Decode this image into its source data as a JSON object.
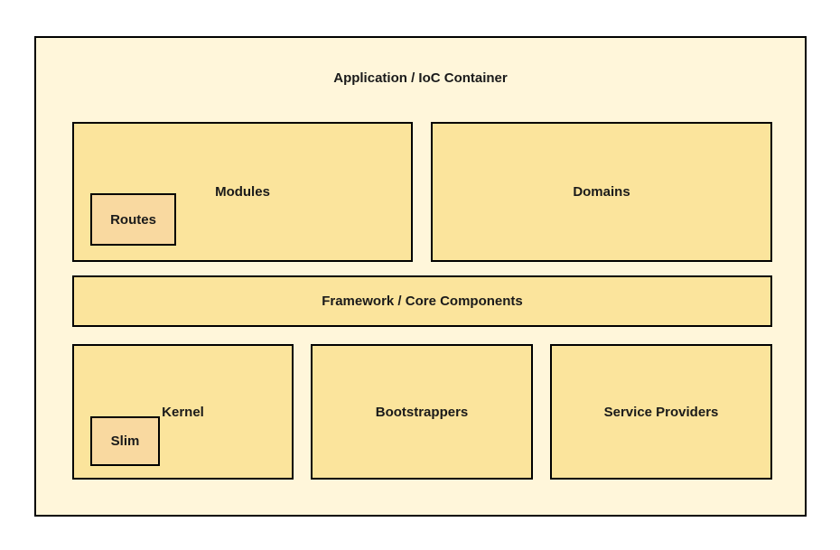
{
  "diagram": {
    "title": "Application / IoC Container",
    "modules": {
      "label": "Modules",
      "routes_label": "Routes"
    },
    "domains": {
      "label": "Domains"
    },
    "framework": {
      "label": "Framework / Core Components"
    },
    "kernel": {
      "label": "Kernel",
      "slim_label": "Slim"
    },
    "bootstrappers": {
      "label": "Bootstrappers"
    },
    "service_providers": {
      "label": "Service Providers"
    }
  },
  "colors": {
    "container-bg": "#fff6da",
    "box-bg": "#fbe49c",
    "chip-bg": "#f9d9a0",
    "border": "#000000",
    "text": "#1a1a1a"
  }
}
